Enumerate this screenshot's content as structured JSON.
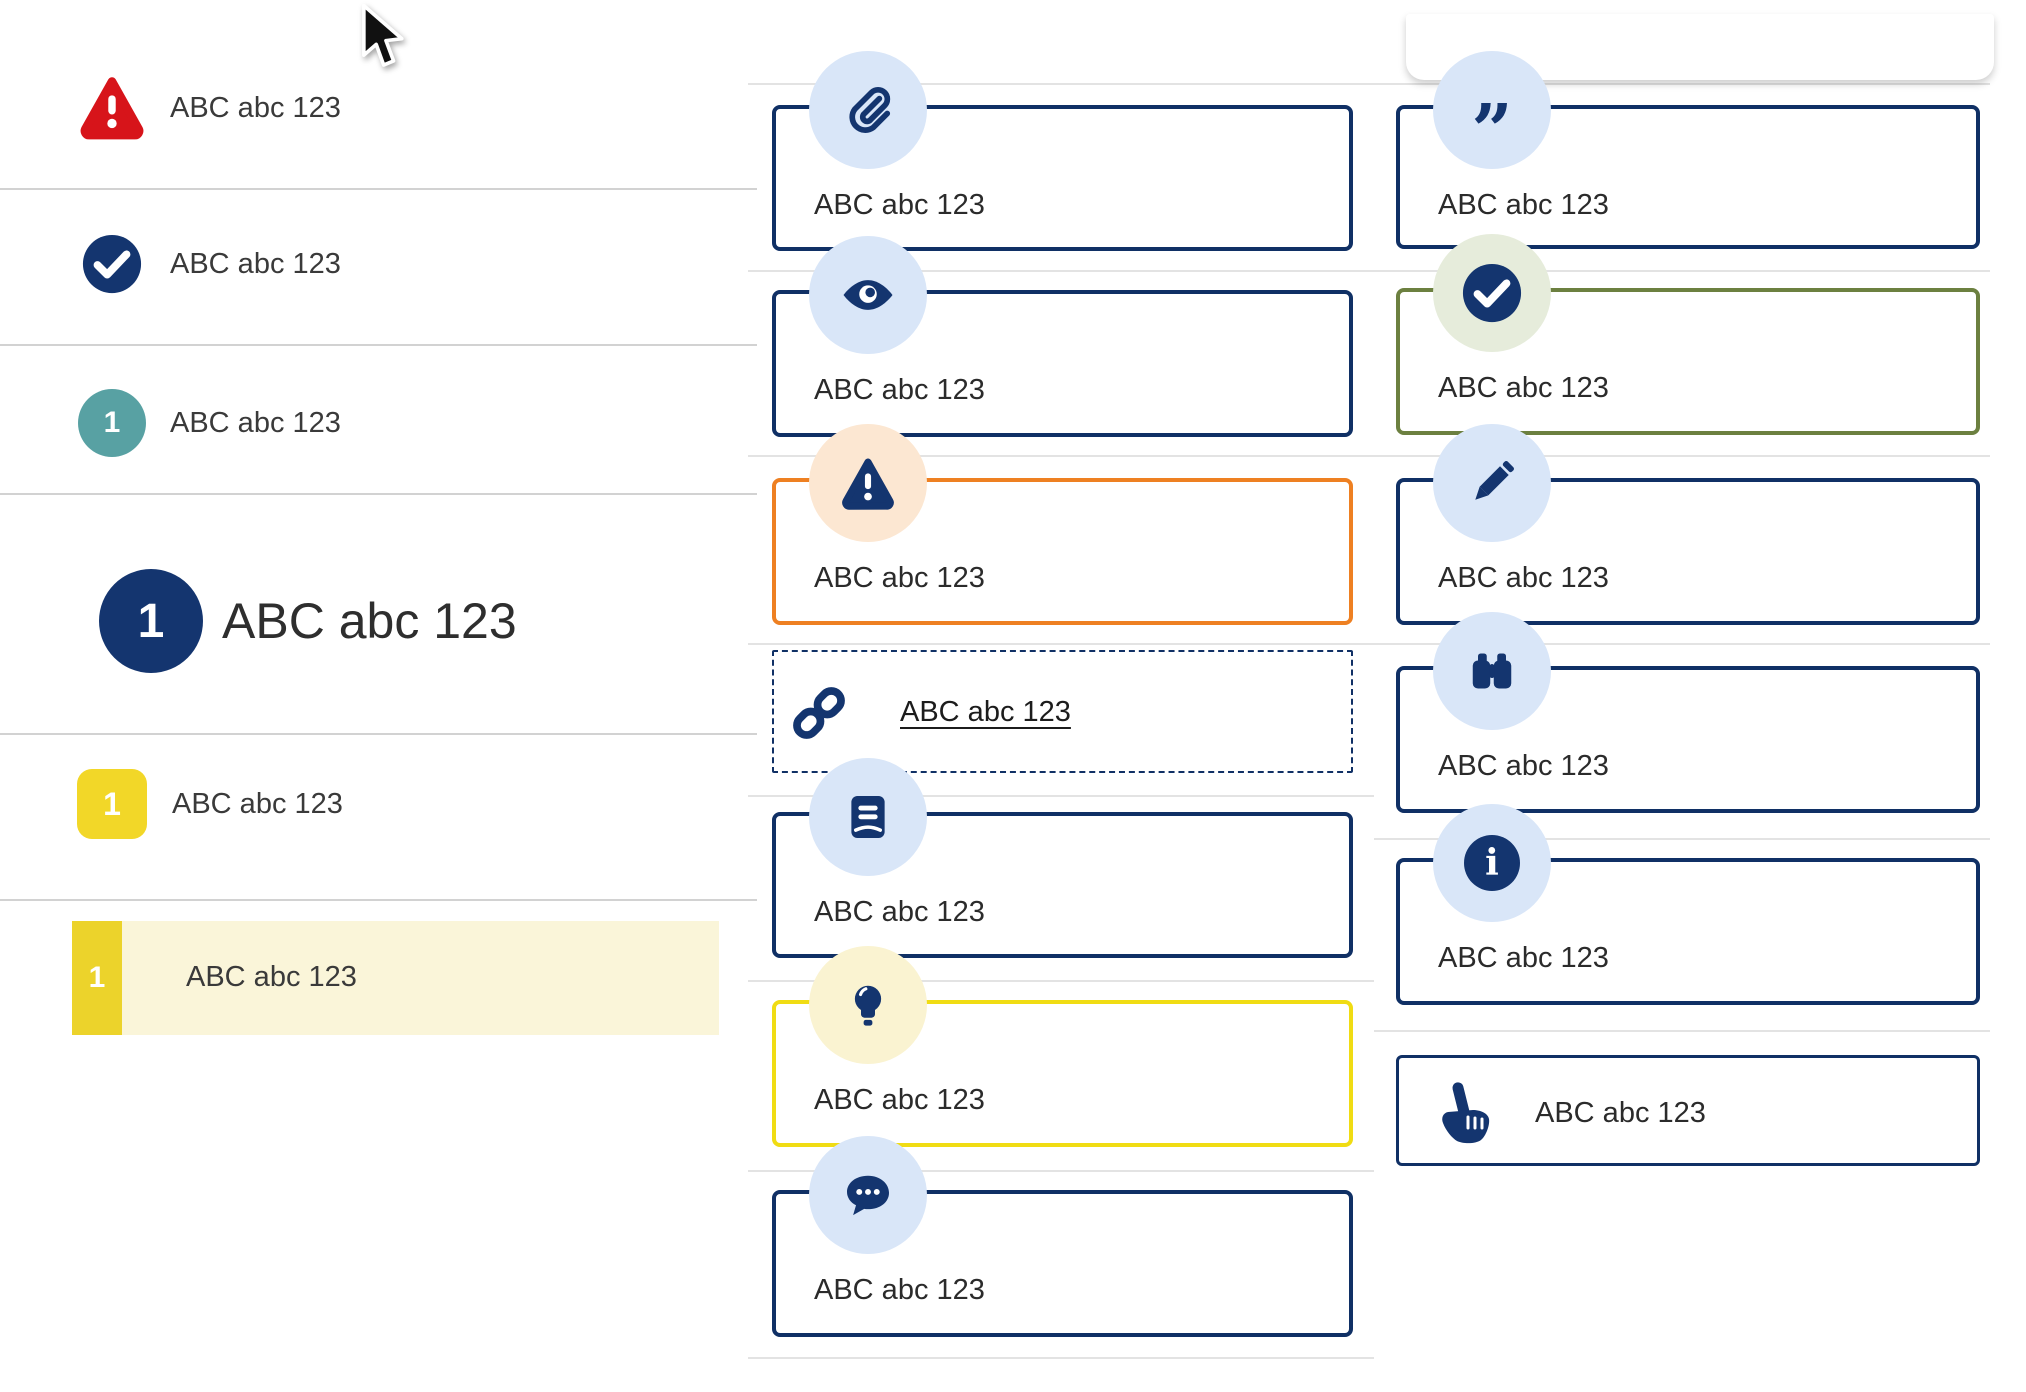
{
  "colors": {
    "navy": "#14356f",
    "navy_border": "#103065",
    "red": "#d7141a",
    "teal": "#58a1a3",
    "yellow_badge": "#f2d728",
    "yellow_border": "#f0dc13",
    "yellow_highlight_bg": "#faf5d9",
    "orange_border": "#ee8022",
    "olive_border": "#6c8040",
    "icon_circle_blue": "#d9e6f8",
    "icon_circle_peach": "#fce7d2",
    "icon_circle_yellow": "#faf3d1",
    "icon_circle_sage": "#e6ecdb"
  },
  "left_list": {
    "items": [
      {
        "icon": "alert-triangle-icon",
        "label": "ABC abc 123"
      },
      {
        "icon": "check-circle-icon",
        "label": "ABC abc 123"
      },
      {
        "icon": "number-badge-teal",
        "number": "1",
        "label": "ABC abc 123"
      },
      {
        "icon": "number-badge-navy-large",
        "number": "1",
        "label": "ABC abc 123"
      },
      {
        "icon": "number-badge-yellow",
        "number": "1",
        "label": "ABC abc 123"
      },
      {
        "icon": "number-badge-yellow-highlight",
        "number": "1",
        "label": "ABC abc 123",
        "highlighted": true
      }
    ]
  },
  "middle_cards": [
    {
      "icon": "paperclip-icon",
      "variant": "navy",
      "label": "ABC abc 123"
    },
    {
      "icon": "eye-icon",
      "variant": "navy",
      "label": "ABC abc 123"
    },
    {
      "icon": "alert-triangle-icon",
      "variant": "orange",
      "label": "ABC abc 123"
    },
    {
      "icon": "link-icon",
      "variant": "dashed-link",
      "label": "ABC abc 123"
    },
    {
      "icon": "book-icon",
      "variant": "navy",
      "label": "ABC abc 123"
    },
    {
      "icon": "lightbulb-icon",
      "variant": "yellow",
      "label": "ABC abc 123"
    },
    {
      "icon": "chat-icon",
      "variant": "navy",
      "label": "ABC abc 123"
    }
  ],
  "right_cards": [
    {
      "icon": "quote-icon",
      "variant": "navy",
      "label": "ABC abc 123"
    },
    {
      "icon": "check-circle-icon",
      "variant": "olive",
      "label": "ABC abc 123"
    },
    {
      "icon": "pencil-icon",
      "variant": "navy",
      "label": "ABC abc 123"
    },
    {
      "icon": "binoculars-icon",
      "variant": "navy",
      "label": "ABC abc 123"
    },
    {
      "icon": "info-icon",
      "variant": "navy",
      "label": "ABC abc 123"
    },
    {
      "icon": "pointer-hand-icon",
      "variant": "navy-inline",
      "label": "ABC abc 123"
    }
  ],
  "glyphs": {
    "quote": "”",
    "info": "i"
  }
}
